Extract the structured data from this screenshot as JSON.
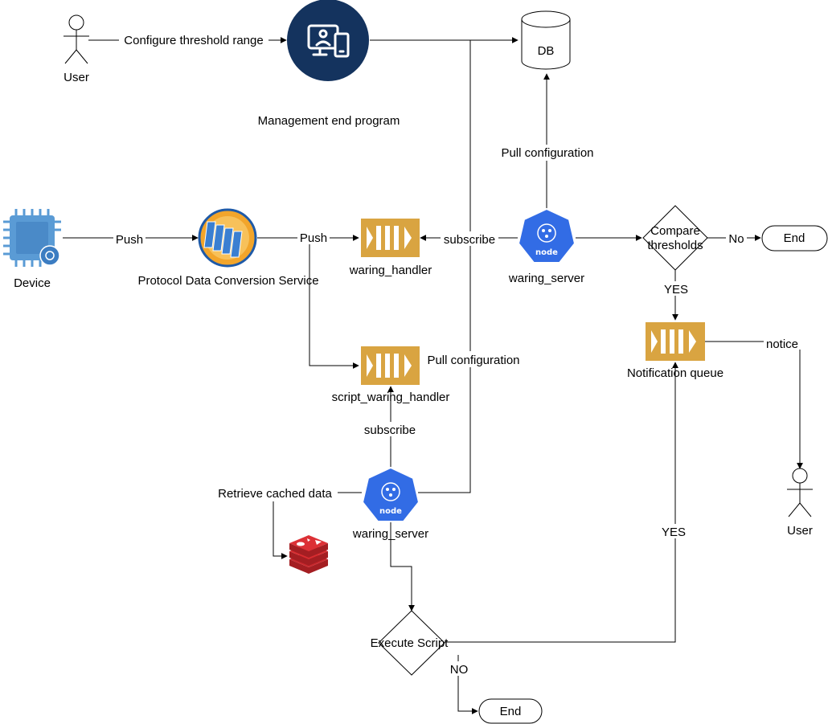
{
  "actors": {
    "user_top": "User",
    "user_right": "User"
  },
  "nodes": {
    "management": "Management end program",
    "db": "DB",
    "device": "Device",
    "protocol": "Protocol Data Conversion Service",
    "waring_handler": "waring_handler",
    "waring_server_top": "waring_server",
    "compare": [
      "Compare",
      "thresholds"
    ],
    "end_top": "End",
    "notification_queue": "Notification queue",
    "script_waring_handler": "script_waring_handler",
    "waring_server_bottom": "waring_server",
    "execute_script": "Execute Script",
    "end_bottom": "End",
    "node_badge": "node"
  },
  "edges": {
    "configure_threshold": "Configure threshold range",
    "push_device": "Push",
    "push_protocol": "Push",
    "subscribe_top": "subscribe",
    "pull_config_top": "Pull configuration",
    "no": "No",
    "yes_compare": "YES",
    "notice": "notice",
    "pull_config_bottom": "Pull configuration",
    "subscribe_bottom": "subscribe",
    "retrieve_cached": "Retrieve cached data",
    "yes_script": "YES",
    "no_script": "NO"
  },
  "colors": {
    "queue": "#D9A441",
    "queue_dark": "#B07F21",
    "node_blue": "#326CE5",
    "management_navy": "#14335E",
    "chip_blue": "#5A9BD5",
    "redis_red": "#C9282D"
  },
  "icons": {
    "management": "monitor-devices-icon",
    "device": "chip-icon",
    "protocol": "conversion-service-icon",
    "queue": "queue-icon",
    "server": "nodejs-icon",
    "cache": "redis-icon",
    "actor": "user-icon"
  }
}
